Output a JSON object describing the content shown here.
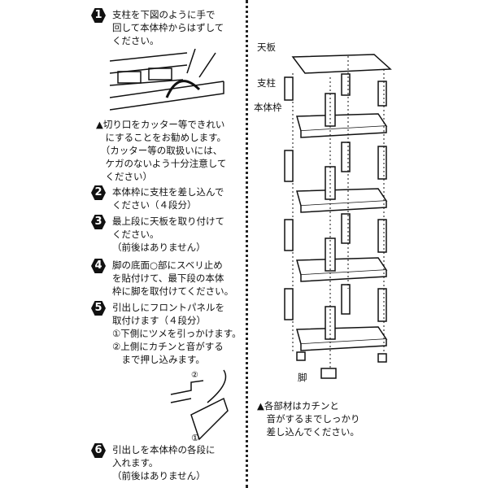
{
  "steps": [
    {
      "num": "1",
      "text": "支柱を下図のように手で\n回して本体枠からはずして\nください。"
    },
    {
      "num": "2",
      "text": "本体枠に支柱を差し込んで\nください（４段分）"
    },
    {
      "num": "3",
      "text": "最上段に天板を取り付けて\nください。\n（前後はありません）"
    },
    {
      "num": "4",
      "text": "脚の底面○部にスベリ止め\nを貼付けて、最下段の本体\n枠に脚を取付けてください。"
    },
    {
      "num": "5",
      "text": "引出しにフロントパネルを\n取付けます（４段分）\n①下側にツメを引っかけます。\n②上側にカチンと音がする\n　まで押し込みます。"
    },
    {
      "num": "6",
      "text": "引出しを本体枠の各段に\n入れます。\n（前後はありません）"
    }
  ],
  "notes": {
    "cutting": "▲切り口をカッター等できれい\n　にすることをお勧めします。\n　（カッター等の取扱いには、\n　ケガのないよう十分注意して\n　ください）",
    "assembly": "▲各部材はカチンと\n　音がするまでしっかり\n　差し込んでください。"
  },
  "labels": {
    "top_board": "天板",
    "post": "支柱",
    "frame": "本体枠",
    "leg": "脚"
  },
  "diagram_markers": {
    "one": "①",
    "two": "②"
  }
}
